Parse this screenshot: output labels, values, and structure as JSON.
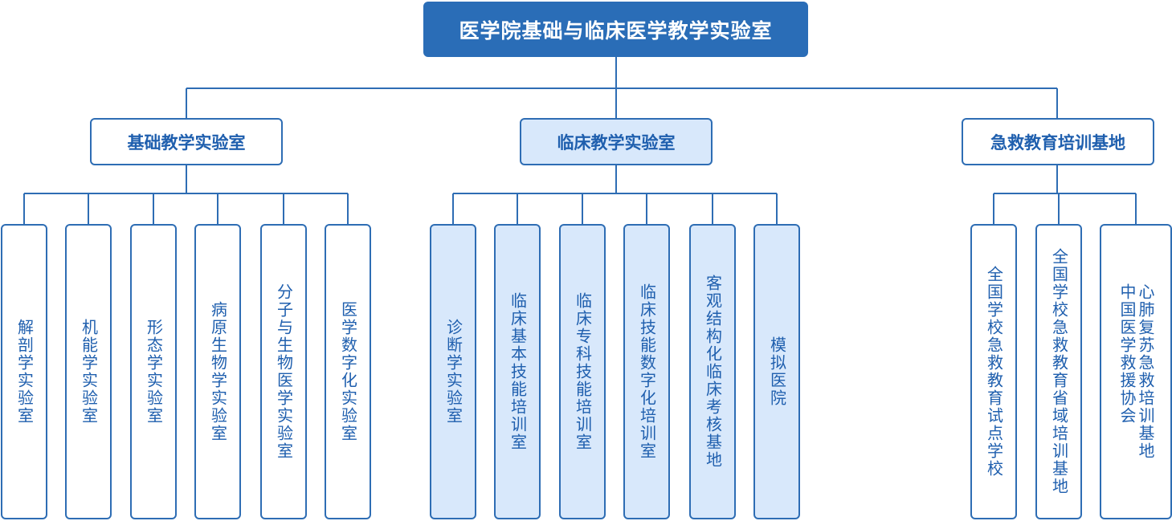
{
  "root": {
    "label": "医学院基础与临床医学教学实验室"
  },
  "branches": [
    {
      "label": "基础教学实验室",
      "children": [
        "解剖学实验室",
        "机能学实验室",
        "形态学实验室",
        "病原生物学实验室",
        "分子与生物医学实验室",
        "医学数字化实验室"
      ]
    },
    {
      "label": "临床教学实验室",
      "children": [
        "诊断学实验室",
        "临床基本技能培训室",
        "临床专科技能培训室",
        "临床技能数字化培训室",
        "客观结构化临床考核基地",
        "模拟医院"
      ]
    },
    {
      "label": "急救教育培训基地",
      "children": [
        "全国学校急救教育试点学校",
        "全国学校急救教育省域培训基地",
        "心肺复苏急救培训基地 中国医学救援协会"
      ]
    }
  ],
  "colors": {
    "primary": "#2a6db7",
    "line": "#2e6db4",
    "light_fill": "#d8e8fb",
    "text": "#1f5fae"
  }
}
